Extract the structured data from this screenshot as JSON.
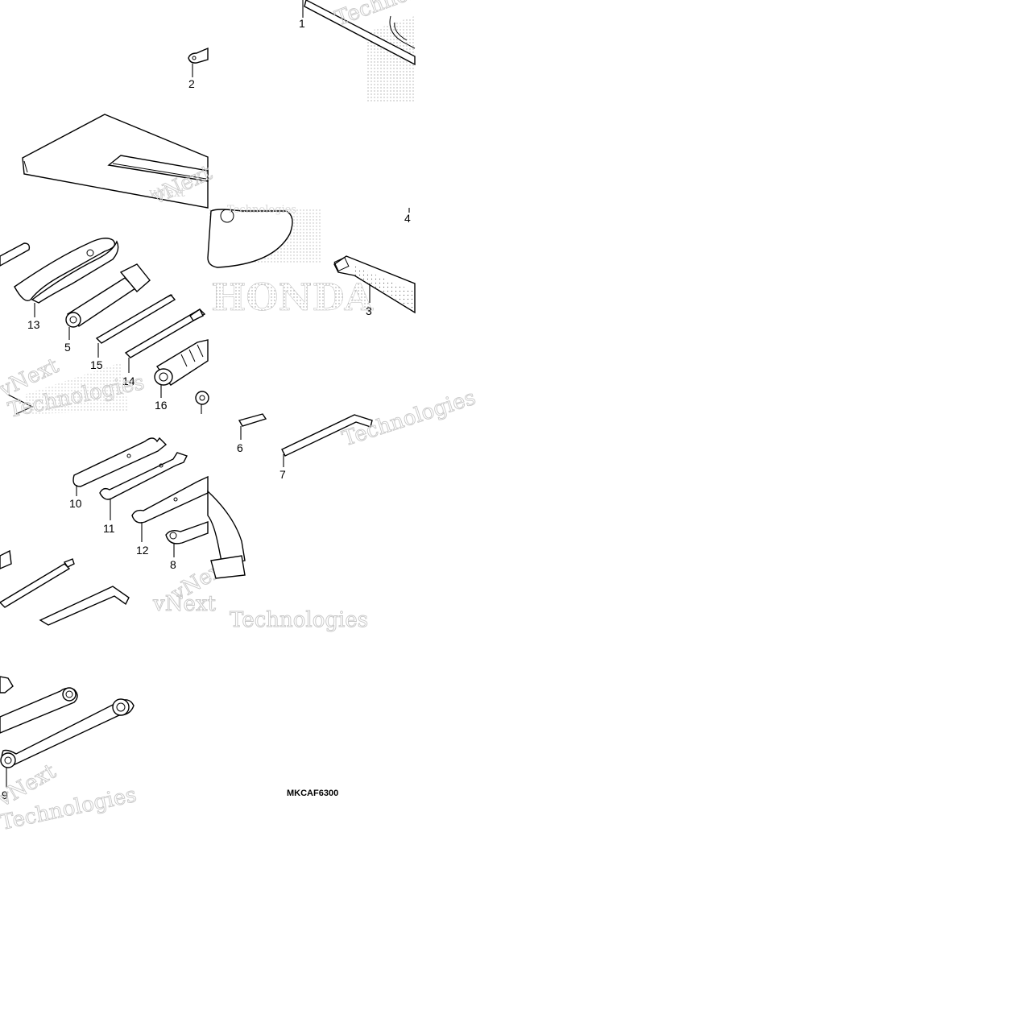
{
  "diagram_code": "MKCAF6300",
  "watermark": {
    "brand": "vNext",
    "company": "Technologies",
    "logo_text": "HONDA"
  },
  "callouts": [
    {
      "id": "c1",
      "text": "1"
    },
    {
      "id": "c2",
      "text": "2"
    },
    {
      "id": "c3",
      "text": "3"
    },
    {
      "id": "c4",
      "text": "4"
    },
    {
      "id": "c5",
      "text": "5"
    },
    {
      "id": "c6",
      "text": "6"
    },
    {
      "id": "c7",
      "text": "7"
    },
    {
      "id": "c8",
      "text": "8"
    },
    {
      "id": "c9",
      "text": "9"
    },
    {
      "id": "c10",
      "text": "10"
    },
    {
      "id": "c11",
      "text": "11"
    },
    {
      "id": "c12",
      "text": "12"
    },
    {
      "id": "c13",
      "text": "13"
    },
    {
      "id": "c14",
      "text": "14"
    },
    {
      "id": "c15",
      "text": "15"
    },
    {
      "id": "c16",
      "text": "16"
    }
  ]
}
